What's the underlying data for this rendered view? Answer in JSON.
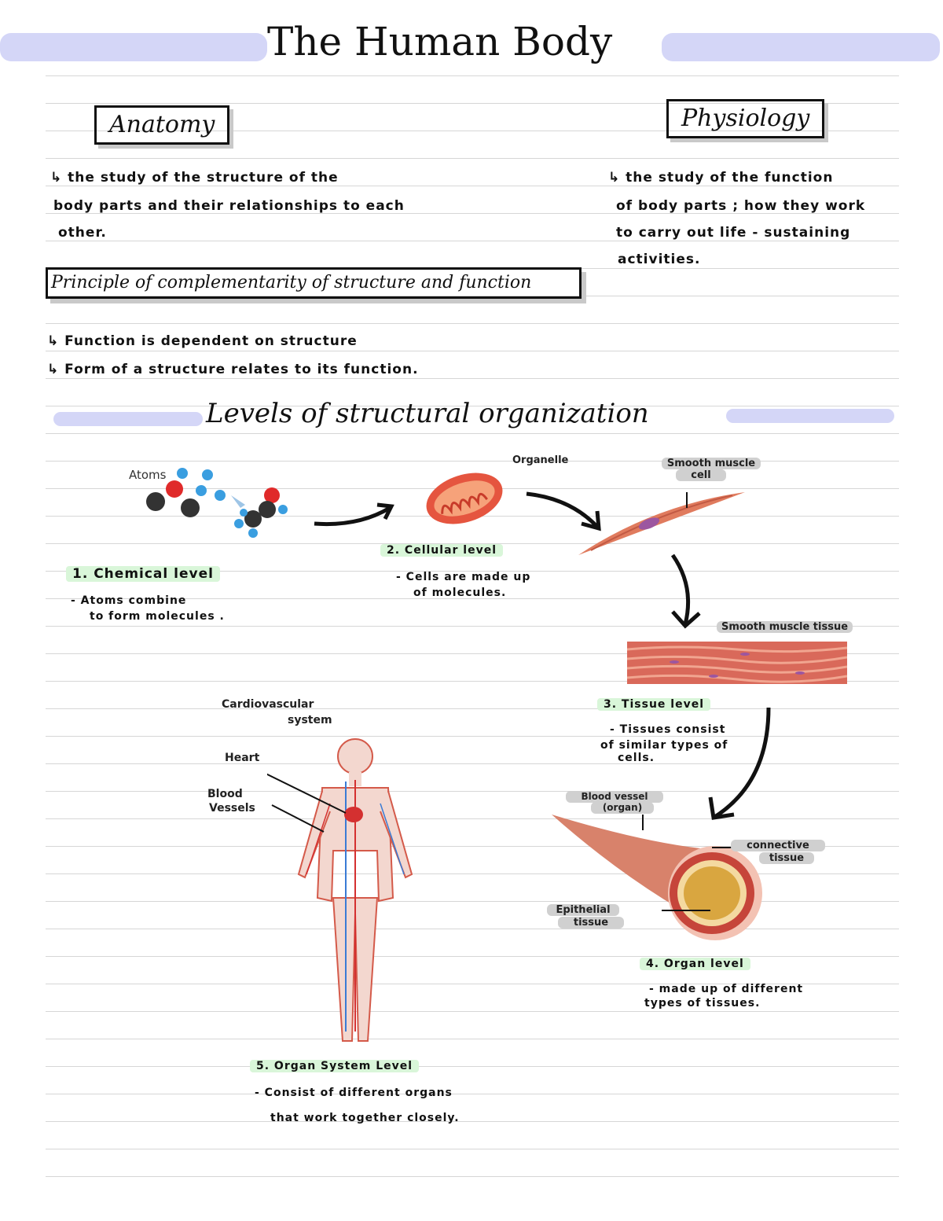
{
  "title": "The Human Body",
  "anatomy": {
    "label": "Anatomy",
    "lines": [
      "↳ the study of the structure of the",
      "body parts and their relationships to each",
      "other."
    ]
  },
  "physiology": {
    "label": "Physiology",
    "lines": [
      "↳ the study of the function",
      "of body parts ; how they work",
      "to carry out life - sustaining",
      "activities."
    ]
  },
  "principle": {
    "label": "Principle of complementarity of structure and function",
    "lines": [
      "↳ Function is dependent on structure",
      "↳ Form of a structure relates to its function."
    ]
  },
  "levels_heading": "Levels of structural organization",
  "levels": {
    "chemical": {
      "heading": "1. Chemical level",
      "lines": [
        "- Atoms combine",
        "to form molecules ."
      ],
      "tag_atoms": "Atoms"
    },
    "cellular": {
      "heading": "2. Cellular level",
      "lines": [
        "- Cells are made up",
        "of molecules."
      ],
      "tag_organelle": "Organelle",
      "tag_cell": [
        "Smooth muscle",
        "cell"
      ]
    },
    "tissue": {
      "heading": "3. Tissue level",
      "lines": [
        "- Tissues consist",
        "of similar types of",
        "cells."
      ],
      "tag_tissue": "Smooth muscle tissue"
    },
    "organ": {
      "heading": "4. Organ level",
      "lines": [
        "- made up of different",
        "types of tissues."
      ],
      "tag_vessel": [
        "Blood vessel",
        "(organ)"
      ],
      "tag_connective": [
        "connective",
        "tissue"
      ],
      "tag_epithelial": [
        "Epithelial",
        "tissue"
      ]
    },
    "system": {
      "heading": "5. Organ System Level",
      "lines": [
        "- Consist of different organs",
        "that work together closely."
      ],
      "tag_system": [
        "Cardiovascular",
        "system"
      ],
      "tag_heart": "Heart",
      "tag_vessels": [
        "Blood",
        "Vessels"
      ]
    }
  },
  "colors": {
    "band": "#d4d6f7",
    "highlight": "#d9f6d9",
    "rule": "#d6d6d6",
    "tag": "#d0d0d0",
    "muscle": "#d9695a"
  }
}
